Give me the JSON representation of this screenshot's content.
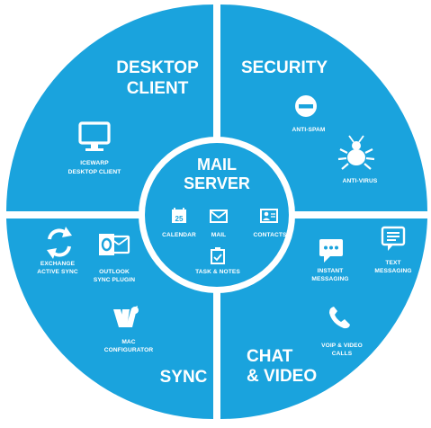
{
  "center": {
    "title_line1": "MAIL",
    "title_line2": "SERVER",
    "items": {
      "calendar": "CALENDAR",
      "calendar_day": "25",
      "mail": "MAIL",
      "contacts": "CONTACTS",
      "tasks": "TASK & NOTES"
    }
  },
  "desktop": {
    "title_line1": "DESKTOP",
    "title_line2": "CLIENT",
    "item_line1": "ICEWARP",
    "item_line2": "DESKTOP CLIENT"
  },
  "security": {
    "title": "SECURITY",
    "antispam": "ANTI-SPAM",
    "antivirus": "ANTI-VIRUS"
  },
  "sync": {
    "title": "SYNC",
    "exchange_line1": "EXCHANGE",
    "exchange_line2": "ACTIVE SYNC",
    "outlook_line1": "OUTLOOK",
    "outlook_line2": "SYNC PLUGIN",
    "mac_line1": "MAC",
    "mac_line2": "CONFIGURATOR"
  },
  "chat": {
    "title_line1": "CHAT",
    "title_line2": "& VIDEO",
    "im_line1": "INSTANT",
    "im_line2": "MESSAGING",
    "text_line1": "TEXT",
    "text_line2": "MESSAGING",
    "voip_line1": "VOIP & VIDEO",
    "voip_line2": "CALLS"
  },
  "colors": {
    "quadrant": "#1aa3dd",
    "center": "#1aa3dd",
    "ring": "#ffffff",
    "divider": "#ffffff",
    "text": "#ffffff"
  },
  "icons": {
    "desktop": "monitor-icon",
    "antispam": "no-entry-icon",
    "antivirus": "bug-icon",
    "exchange": "sync-arrows-icon",
    "outlook": "outlook-icon",
    "mac": "tools-icon",
    "im": "chat-bubble-icon",
    "text": "message-icon",
    "voip": "phone-icon",
    "calendar": "calendar-icon",
    "mail": "envelope-icon",
    "contacts": "contacts-icon",
    "tasks": "checklist-icon"
  }
}
